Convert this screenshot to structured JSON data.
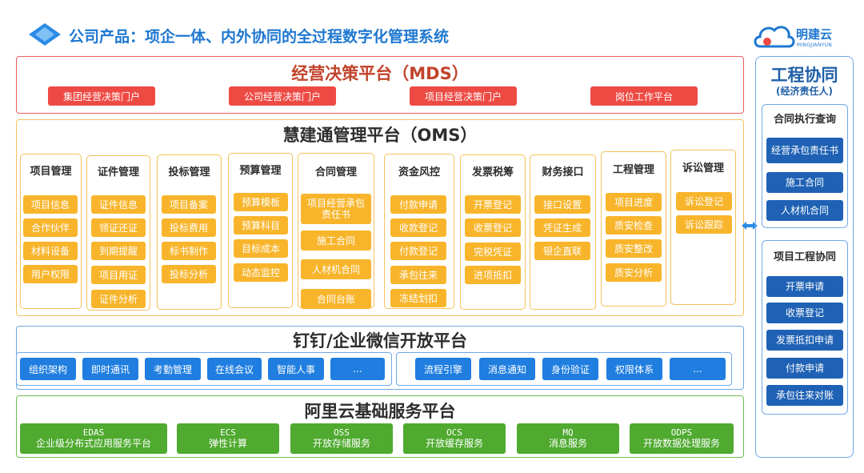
{
  "header": {
    "title": "公司产品：项企一体、内外协同的全过程数字化管理系统",
    "logo_text": "明建云",
    "logo_sub": "MINGJIANYUN"
  },
  "mds": {
    "title": "经营决策平台（MDS）",
    "buttons": [
      "集团经营决策门户",
      "公司经营决策门户",
      "项目经营决策门户",
      "岗位工作平台"
    ]
  },
  "oms": {
    "title": "慧建通管理平台（OMS）",
    "columns": [
      {
        "title": "项目管理",
        "items": [
          "项目信息",
          "合作伙伴",
          "材料设备",
          "用户权限"
        ]
      },
      {
        "title": "证件管理",
        "items": [
          "证件信息",
          "领证还证",
          "到期提醒",
          "项目用证",
          "证件分析"
        ]
      },
      {
        "title": "投标管理",
        "items": [
          "项目备案",
          "投标费用",
          "标书制作",
          "投标分析"
        ]
      },
      {
        "title": "预算管理",
        "items": [
          "预算模板",
          "预算科目",
          "目标成本",
          "动态监控"
        ]
      },
      {
        "title": "合同管理",
        "items": [
          "项目经营承包责任书",
          "施工合同",
          "人材机合同",
          "合同台账"
        ]
      },
      {
        "title": "资金风控",
        "items": [
          "付款申请",
          "收款登记",
          "付款登记",
          "承包往来",
          "冻结划扣"
        ]
      },
      {
        "title": "发票税筹",
        "items": [
          "开票登记",
          "收票登记",
          "完税凭证",
          "进项抵扣"
        ]
      },
      {
        "title": "财务接口",
        "items": [
          "接口设置",
          "凭证生成",
          "银企直联"
        ]
      },
      {
        "title": "工程管理",
        "items": [
          "项目进度",
          "质安检查",
          "质安整改",
          "质安分析"
        ]
      },
      {
        "title": "诉讼管理",
        "items": [
          "诉讼登记",
          "诉讼跟踪"
        ]
      }
    ]
  },
  "open_platform": {
    "title": "钉钉/企业微信开放平台",
    "left_items": [
      "组织架构",
      "即时通讯",
      "考勤管理",
      "在线会议",
      "智能人事",
      "..."
    ],
    "right_items": [
      "流程引擎",
      "消息通知",
      "身份验证",
      "权限体系",
      "..."
    ]
  },
  "aliyun": {
    "title": "阿里云基础服务平台",
    "services": [
      {
        "code": "EDAS",
        "name": "企业级分布式应用服务平台"
      },
      {
        "code": "ECS",
        "name": "弹性计算"
      },
      {
        "code": "OSS",
        "name": "开放存储服务"
      },
      {
        "code": "OCS",
        "name": "开放缓存服务"
      },
      {
        "code": "MQ",
        "name": "消息服务"
      },
      {
        "code": "ODPS",
        "name": "开放数据处理服务"
      }
    ]
  },
  "engineering": {
    "title": "工程协同",
    "subtitle": "(经济责任人)",
    "group1": {
      "title": "合同执行查询",
      "items": [
        "经营承包责任书",
        "施工合同",
        "人材机合同"
      ]
    },
    "group2": {
      "title": "项目工程协同",
      "items": [
        "开票申请",
        "收票登记",
        "发票抵扣申请",
        "付款申请",
        "承包往来对账"
      ]
    }
  },
  "colors": {
    "mds_red": "#ee4a44",
    "oms_orange": "#f8b52b",
    "open_blue": "#1f7ee0",
    "ali_green": "#4faa2f",
    "eng_blue": "#1f62b5",
    "title_blue": "#1f78d1"
  },
  "icons": [
    "diamond-icon",
    "cloud-logo-icon",
    "double-arrow-icon"
  ]
}
